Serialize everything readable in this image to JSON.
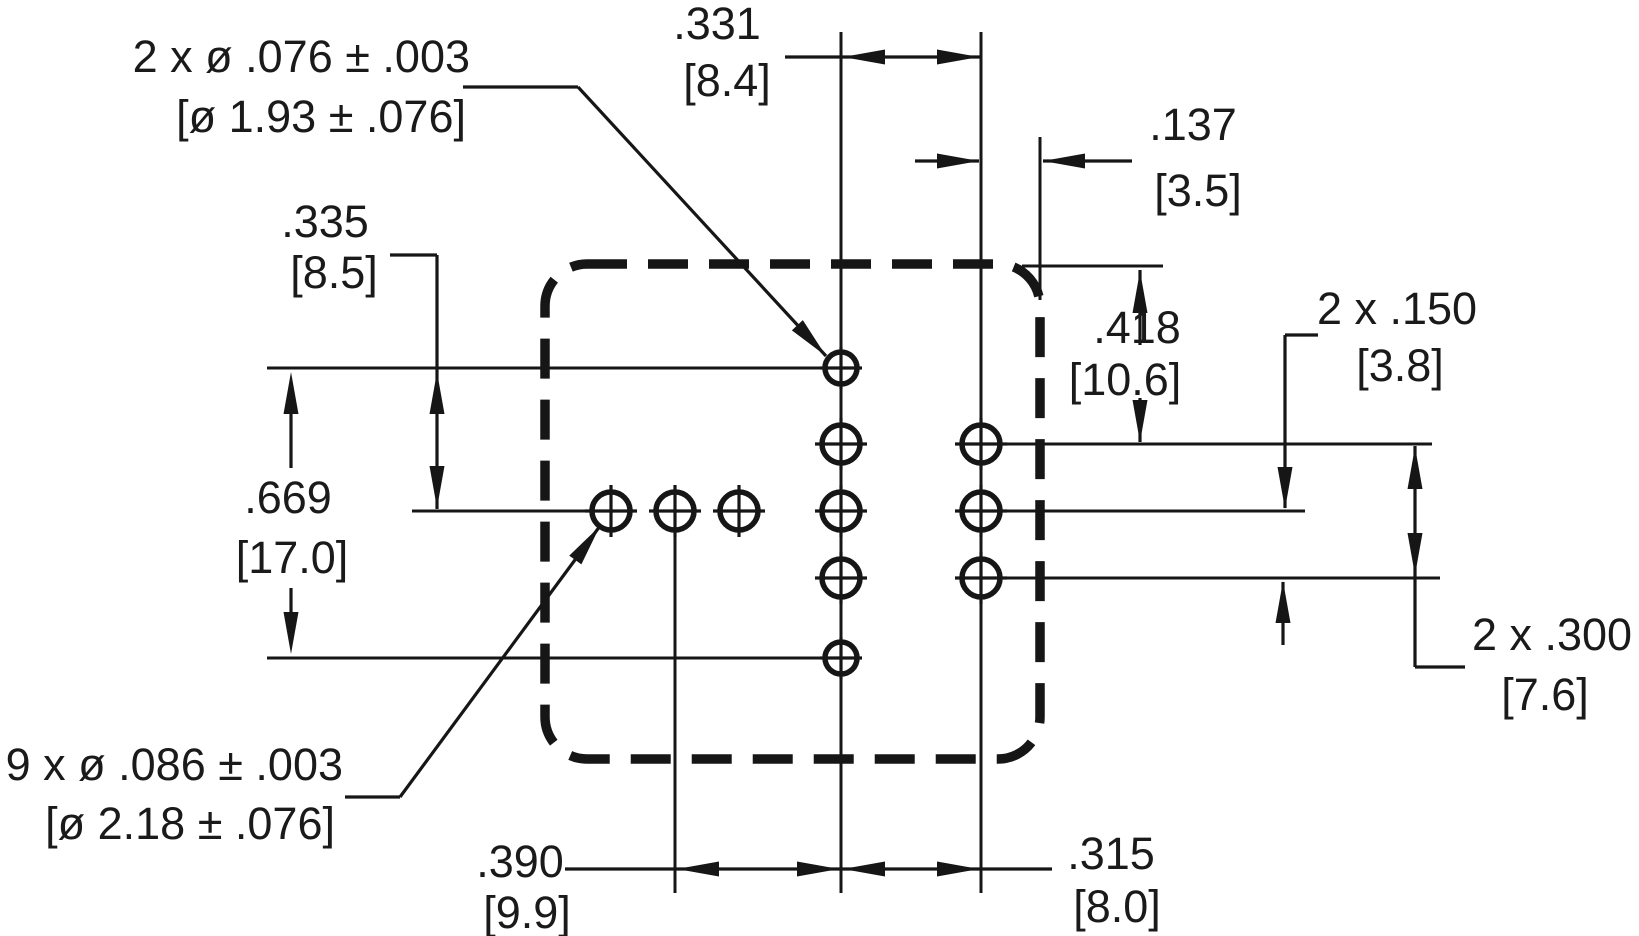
{
  "drawing": {
    "title_semantic": "through-hole footprint dimension drawing",
    "colors": {
      "ink": "#161616",
      "background": "#ffffff"
    },
    "callout_small_holes": {
      "line1": "2 x ø .076 ± .003",
      "line2": "[ø 1.93 ± .076]"
    },
    "callout_large_holes": {
      "line1": "9 x ø .086 ± .003",
      "line2": "[ø 2.18 ± .076]"
    },
    "dims": {
      "d331": {
        "in": ".331",
        "mm": "[8.4]"
      },
      "d137": {
        "in": ".137",
        "mm": "[3.5]"
      },
      "d335": {
        "in": ".335",
        "mm": "[8.5]"
      },
      "d418": {
        "in": ".418",
        "mm": "[10.6]"
      },
      "d150": {
        "in": "2 x .150",
        "mm": "[3.8]"
      },
      "d669": {
        "in": ".669",
        "mm": "[17.0]"
      },
      "d300": {
        "in": "2 x .300",
        "mm": "[7.6]"
      },
      "d390": {
        "in": ".390",
        "mm": "[9.9]"
      },
      "d315": {
        "in": ".315",
        "mm": "[8.0]"
      }
    },
    "hole_counts": {
      "small_diameter_holes": 2,
      "large_diameter_holes": 9
    }
  }
}
